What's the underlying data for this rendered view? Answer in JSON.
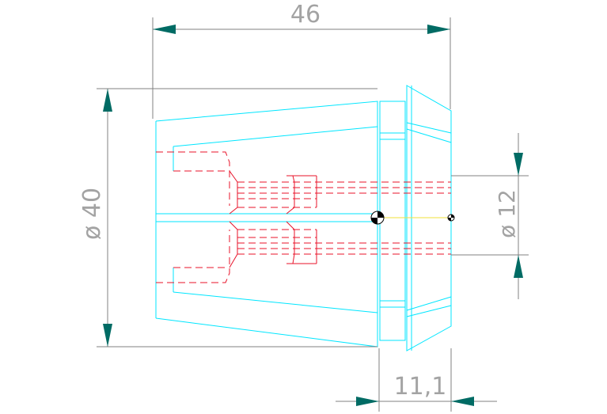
{
  "drawing": {
    "dimensions": {
      "overall_length": "46",
      "outer_diameter": "ø 40",
      "bore_diameter": "ø 12",
      "flange_length": "11,1"
    },
    "colors": {
      "outline": "#00e6ff",
      "hidden_lines": "#e8132a",
      "dimension_lines": "#808080",
      "dimension_arrows": "#006b64",
      "center_line": "#f2e23a",
      "dimension_text": "#a3a3a3"
    },
    "symbols": {
      "center_mark_large": "center-of-gravity-mark",
      "center_mark_small": "center-of-gravity-mark"
    }
  }
}
